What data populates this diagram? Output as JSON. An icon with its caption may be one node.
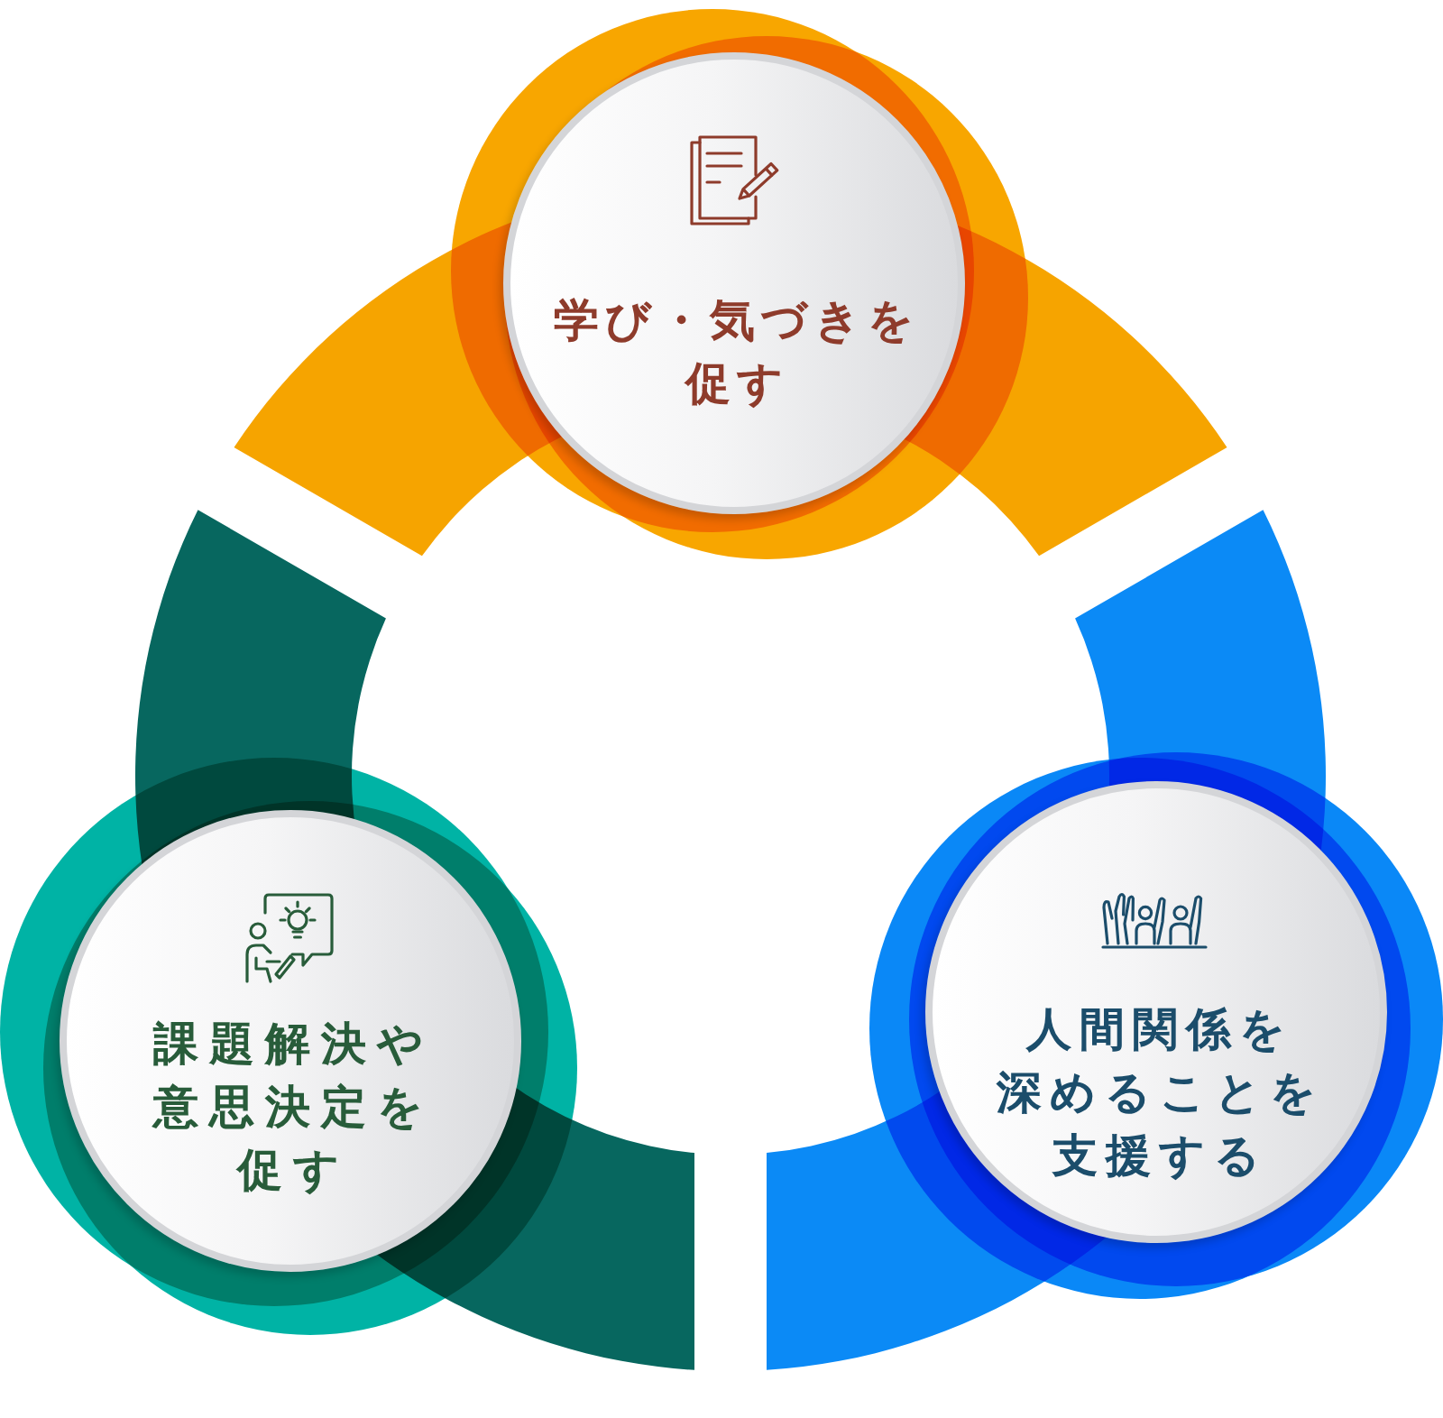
{
  "diagram": {
    "nodes": [
      {
        "text": [
          "学び・気づきを促す"
        ]
      },
      {
        "text": [
          "課題解決や意思決定を促す"
        ]
      },
      {
        "text": [
          "人間関係を深めることを支援する"
        ]
      }
    ]
  }
}
